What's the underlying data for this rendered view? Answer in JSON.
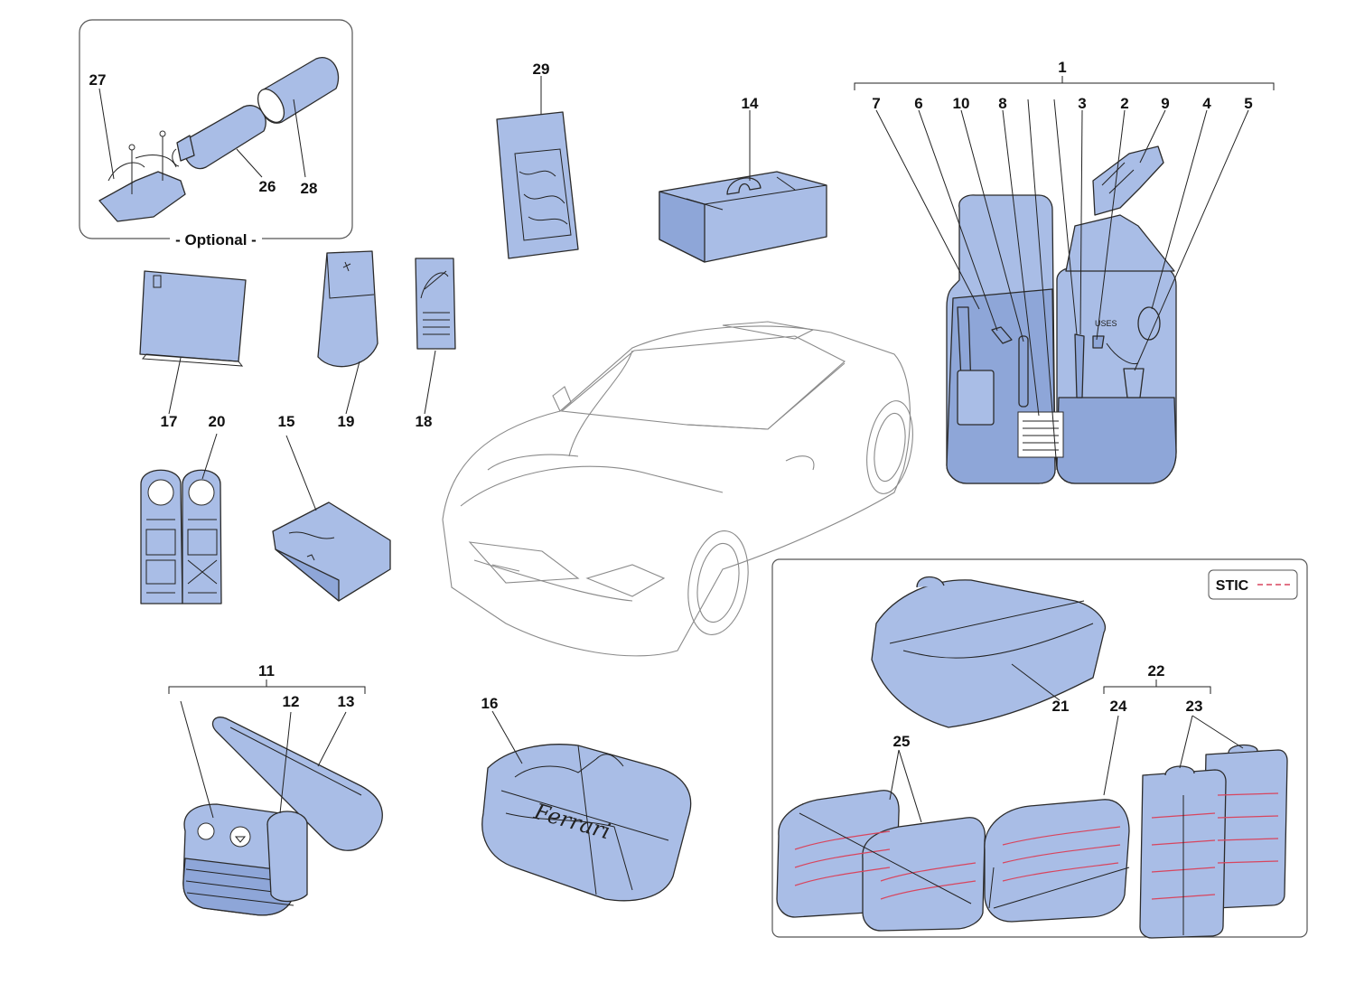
{
  "colors": {
    "part_fill": "#a9bde6",
    "part_fill_dark": "#8ea6d8",
    "stitch_red": "#d8455e",
    "outline": "#2b2b2b",
    "car_line": "#8a8a8a",
    "frame": "#555555"
  },
  "optional_box": {
    "caption": "- Optional -"
  },
  "stic_legend": {
    "label": "STIC"
  },
  "fuses_text": "USES",
  "brand_text": "Ferrari",
  "callouts": {
    "n1": "1",
    "n2": "2",
    "n3": "3",
    "n4": "4",
    "n5": "5",
    "n6": "6",
    "n7": "7",
    "n8": "8",
    "n9": "9",
    "n10": "10",
    "n11": "11",
    "n12": "12",
    "n13": "13",
    "n14": "14",
    "n15": "15",
    "n16": "16",
    "n17": "17",
    "n18": "18",
    "n19": "19",
    "n20": "20",
    "n21": "21",
    "n22": "22",
    "n23": "23",
    "n24": "24",
    "n25": "25",
    "n26": "26",
    "n27": "27",
    "n28": "28",
    "n29": "29"
  }
}
